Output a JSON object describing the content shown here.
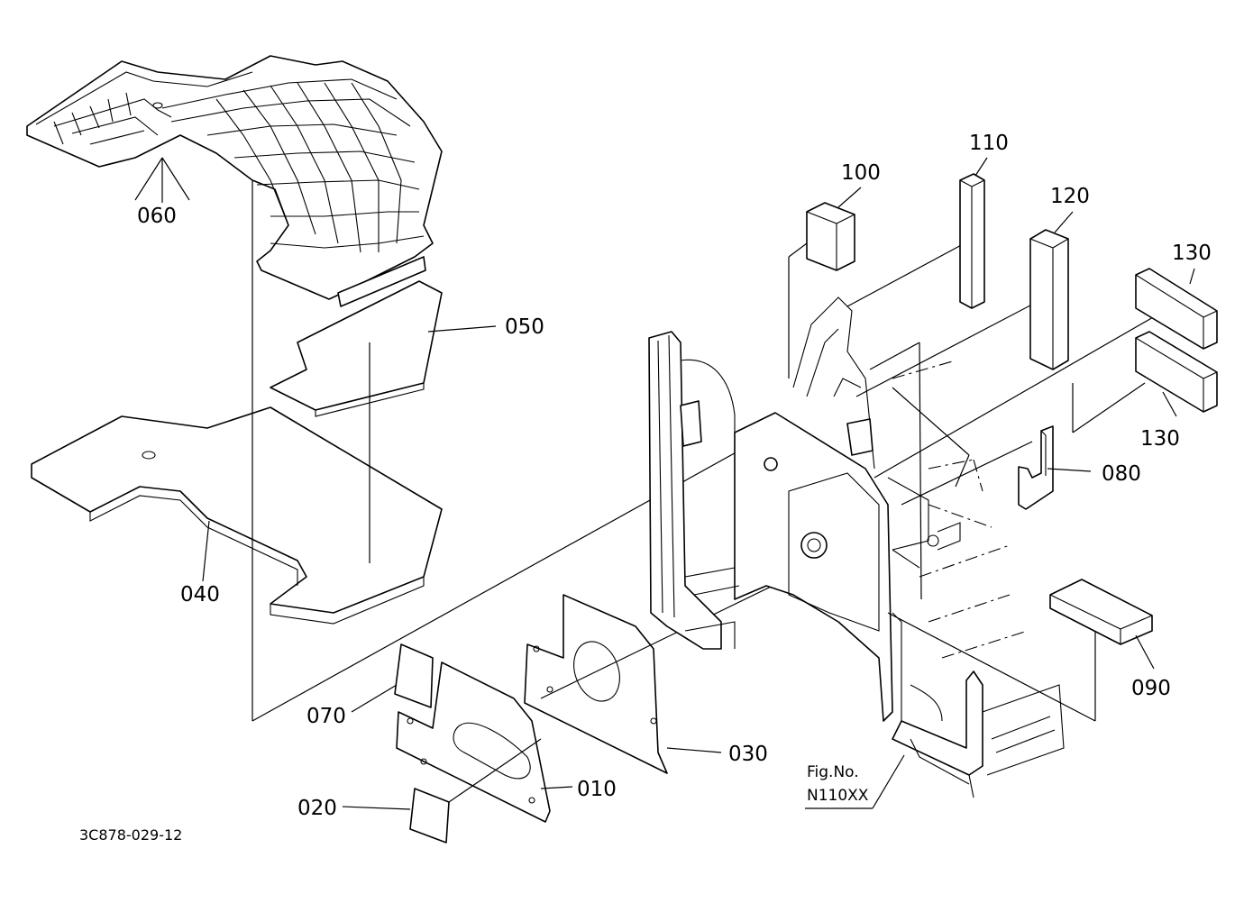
{
  "parts": {
    "p010": "010",
    "p020": "020",
    "p030": "030",
    "p040": "040",
    "p050": "050",
    "p060": "060",
    "p070": "070",
    "p080": "080",
    "p090": "090",
    "p100": "100",
    "p110": "110",
    "p120": "120",
    "p130a": "130",
    "p130b": "130"
  },
  "figure_ref": {
    "line1": "Fig.No.",
    "line2": "N110XX"
  },
  "drawing_id": "3C878-029-12"
}
